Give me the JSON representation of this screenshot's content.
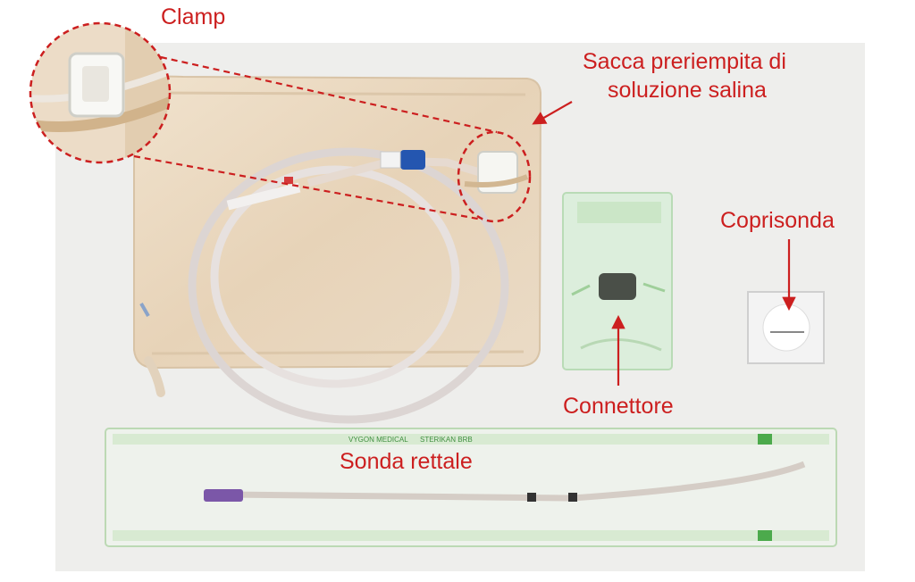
{
  "colors": {
    "label": "#cc1f1f",
    "backdrop": "#eeeeec",
    "saline_bag": "#ead7bf",
    "tubing": "#e6e1df",
    "connector_pack": "#d7ecd3",
    "probe_tip": "#7b57a8",
    "roller_cap": "#2456b0"
  },
  "labels": {
    "clamp": "Clamp",
    "saline_bag_line1": "Sacca preriempita di",
    "saline_bag_line2": "soluzione salina",
    "probe_cover": "Coprisonda",
    "connector": "Connettore",
    "rectal_tube": "Sonda rettale"
  },
  "package_print": {
    "rectal_tube_brand": "VYGON MEDICAL",
    "rectal_tube_name": "STERIKAN BRB"
  }
}
